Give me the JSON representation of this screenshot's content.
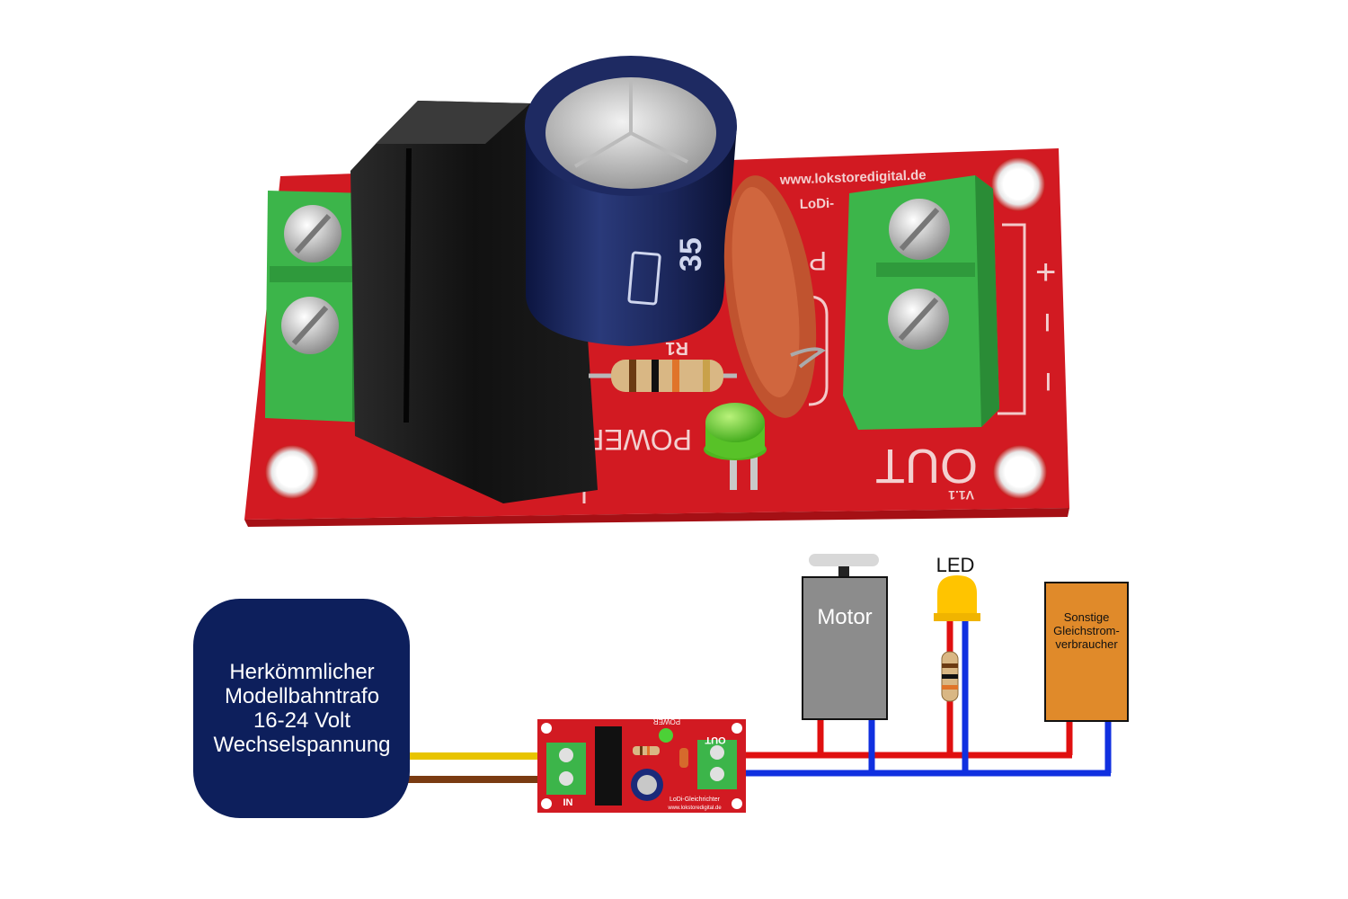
{
  "photo": {
    "silk_url": "www.lokstoredigital.de",
    "silk_brand": "LoDi-",
    "silk_partial": "PT",
    "resistor_label": "R1",
    "led_label": "POWER",
    "out_label": "OUT",
    "version_label": "V1.1",
    "plus_sign": "+",
    "minus_sign": "−",
    "minus_sign_lower": "−",
    "cap_marking": "35"
  },
  "diagram": {
    "transformer": {
      "line1": "Herkömmlicher",
      "line2": "Modellbahntrafo",
      "line3": "16-24 Volt",
      "line4": "Wechselspannung"
    },
    "module": {
      "in_label": "IN",
      "out_label": "OUT",
      "power_label": "POWER",
      "name_label": "LoDi-Gleichrichter",
      "url_label": "www.lokstoredigital.de"
    },
    "motor_label": "Motor",
    "led_label": "LED",
    "consumer": {
      "line1": "Sonstige",
      "line2": "Gleichstrom-",
      "line3": "verbraucher"
    }
  },
  "colors": {
    "pcb_red": "#d21a22",
    "terminal_green": "#3cb54a",
    "transformer_navy": "#0d1f5c",
    "wire_yellow": "#e8c400",
    "wire_brown": "#7a3b12",
    "wire_red": "#e01010",
    "wire_blue": "#1030e0",
    "motor_grey": "#8c8c8c",
    "consumer_orange": "#e08a2a",
    "led_yellow": "#ffc400"
  }
}
